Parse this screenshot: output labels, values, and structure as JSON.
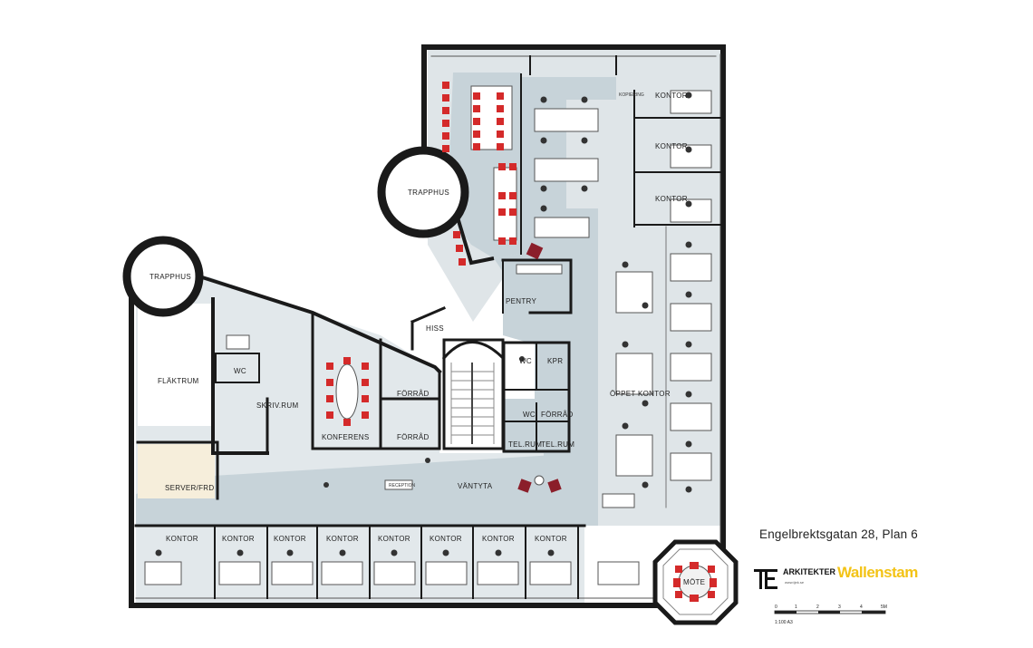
{
  "title": "Engelbrektsgatan 28, Plan 6",
  "rooms": {
    "trapphus_top": "TRAPPHUS",
    "trapphus_left": "TRAPPHUS",
    "flaktrum": "FLÄKTRUM",
    "wc_left": "WC",
    "skrivrum": "SKRIV.RUM",
    "server": "SERVER/FRD",
    "konferens": "KONFERENS",
    "forrad_1": "FÖRRÅD",
    "forrad_2": "FÖRRÅD",
    "hiss": "HISS",
    "pentry": "PENTRY",
    "wc_mid": "WC",
    "kpr": "KPR",
    "wc_mid2": "WC",
    "forrad_3": "FÖRRÅD",
    "telrum_1": "TEL.RUM",
    "telrum_2": "TEL.RUM",
    "vantyta": "VÄNTYTA",
    "reception": "RECEPTION",
    "oppet_kontor": "ÖPPET KONTOR",
    "mote": "MÖTE",
    "kopiering": "KOPIERING",
    "kontor_right": [
      "KONTOR",
      "KONTOR",
      "KONTOR"
    ],
    "kontor_bottom": [
      "KONTOR",
      "KONTOR",
      "KONTOR",
      "KONTOR",
      "KONTOR",
      "KONTOR",
      "KONTOR",
      "KONTOR"
    ]
  },
  "logos": {
    "architect_mark": "TE",
    "architect_name": "ARKITEKTER",
    "architect_url": "www.tjek.se",
    "client": "Wallenstam"
  },
  "scale_bar": {
    "ticks": [
      "0",
      "1",
      "2",
      "3",
      "4",
      "5M"
    ],
    "ratio": "1:100 A3"
  },
  "colors": {
    "wall": "#1a1a1a",
    "circulation": "#c9d4d9",
    "office_floor": "#dfe5e8",
    "server_floor": "#f6eedb",
    "chair_red": "#d42a2a",
    "accent_logo": "#f3c316"
  }
}
